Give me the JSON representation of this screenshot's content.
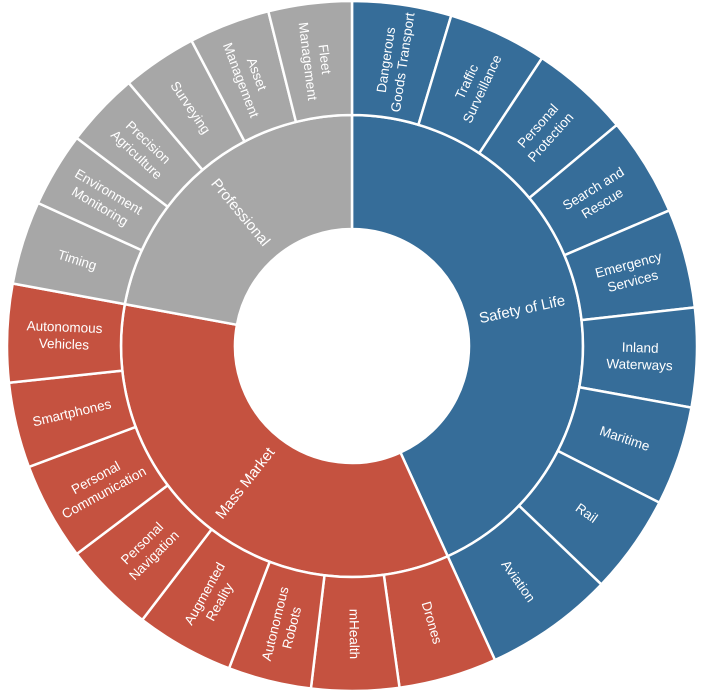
{
  "chart_data": {
    "type": "sunburst",
    "title": "",
    "colors": {
      "Safety of Life": "#366d99",
      "Mass Market": "#c55240",
      "Professional": "#a7a7a7"
    },
    "hierarchy": [
      {
        "name": "Safety of Life",
        "value": 43.2,
        "children": [
          {
            "name": "Dangerous Goods Transport",
            "lines": [
              "Dangerous",
              "Goods Transport"
            ],
            "value": 4.6
          },
          {
            "name": "Traffic Surveillance",
            "lines": [
              "Traffic",
              "Surveillance"
            ],
            "value": 4.6
          },
          {
            "name": "Personal Protection",
            "lines": [
              "Personal",
              "Protection"
            ],
            "value": 4.6
          },
          {
            "name": "Search and Rescue",
            "lines": [
              "Search and",
              "Rescue"
            ],
            "value": 4.6
          },
          {
            "name": "Emergency Services",
            "lines": [
              "Emergency",
              "Services"
            ],
            "value": 4.6
          },
          {
            "name": "Inland Waterways",
            "lines": [
              "Inland",
              "Waterways"
            ],
            "value": 4.6
          },
          {
            "name": "Maritime",
            "lines": [
              "Maritime"
            ],
            "value": 4.6
          },
          {
            "name": "Rail",
            "lines": [
              "Rail"
            ],
            "value": 4.6
          },
          {
            "name": "Aviation",
            "lines": [
              "Aviation"
            ],
            "value": 6.0
          }
        ]
      },
      {
        "name": "Mass Market",
        "value": 34.7,
        "children": [
          {
            "name": "Drones",
            "lines": [
              "Drones"
            ],
            "value": 4.6
          },
          {
            "name": "mHealth",
            "lines": [
              "mHealth"
            ],
            "value": 4.1
          },
          {
            "name": "Autonomous Robots",
            "lines": [
              "Autonomous",
              "Robots"
            ],
            "value": 3.9
          },
          {
            "name": "Augmented Reality",
            "lines": [
              "Augmented",
              "Reality"
            ],
            "value": 4.6
          },
          {
            "name": "Personal Navigation",
            "lines": [
              "Personal",
              "Navigation"
            ],
            "value": 4.3
          },
          {
            "name": "Personal Communication",
            "lines": [
              "Personal",
              "Communication"
            ],
            "value": 4.6
          },
          {
            "name": "Smartphones",
            "lines": [
              "Smartphones"
            ],
            "value": 4.0
          },
          {
            "name": "Autonomous Vehicles",
            "lines": [
              "Autonomous",
              "Vehicles"
            ],
            "value": 4.6
          }
        ]
      },
      {
        "name": "Professional",
        "value": 22.1,
        "children": [
          {
            "name": "Timing",
            "lines": [
              "Timing"
            ],
            "value": 3.9
          },
          {
            "name": "Environment Monitoring",
            "lines": [
              "Environment",
              "Monitoring"
            ],
            "value": 3.5
          },
          {
            "name": "Precision Agriculture",
            "lines": [
              "Precision",
              "Agriculture"
            ],
            "value": 3.5
          },
          {
            "name": "Surveying",
            "lines": [
              "Surveying"
            ],
            "value": 3.5
          },
          {
            "name": "Asset Management",
            "lines": [
              "Asset",
              "Management"
            ],
            "value": 3.8
          },
          {
            "name": "Fleet Management",
            "lines": [
              "Fleet",
              "Management"
            ],
            "value": 3.9
          }
        ]
      }
    ]
  }
}
